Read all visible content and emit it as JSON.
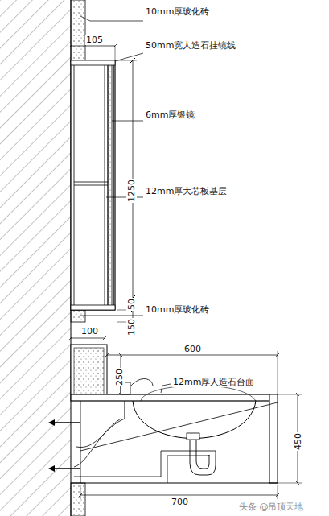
{
  "diagram": {
    "labels": [
      "10mm厚玻化砖",
      "105",
      "50mm宽人造石挂镜线",
      "6mm厚银镜",
      "1250",
      "12mm厚大芯板基层",
      "50",
      "150",
      "10mm厚玻化砖",
      "100",
      "600",
      "250",
      "12mm厚人造石台面",
      "450",
      "700",
      "头条 @吊顶天地"
    ]
  }
}
